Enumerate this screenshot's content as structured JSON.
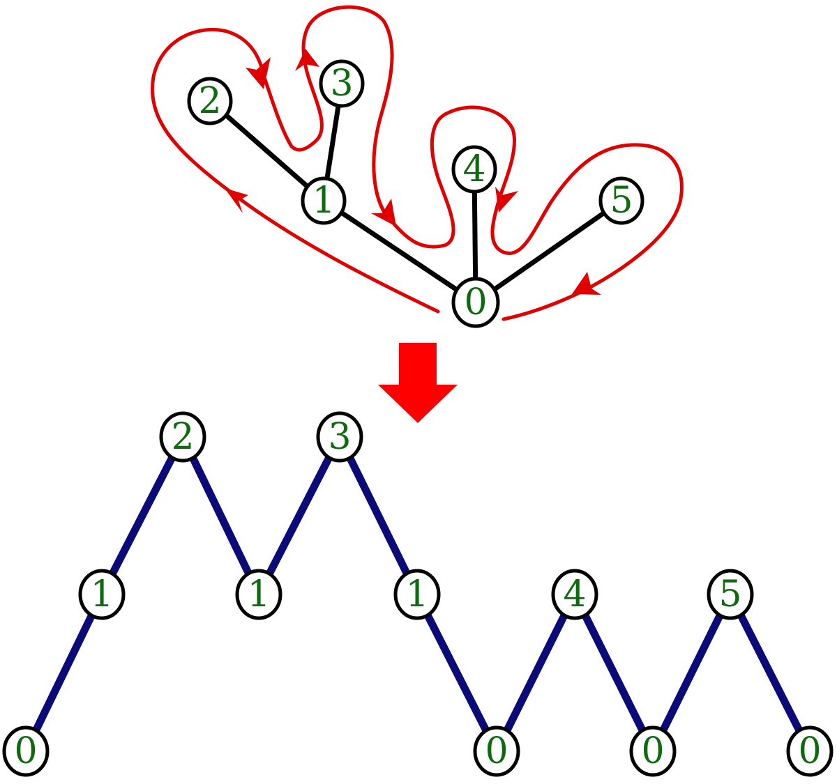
{
  "tree": {
    "nodes": [
      {
        "id": "t0",
        "label": "0"
      },
      {
        "id": "t1",
        "label": "1"
      },
      {
        "id": "t2",
        "label": "2"
      },
      {
        "id": "t3",
        "label": "3"
      },
      {
        "id": "t4",
        "label": "4"
      },
      {
        "id": "t5",
        "label": "5"
      }
    ],
    "edges": [
      [
        "t0",
        "t1"
      ],
      [
        "t1",
        "t2"
      ],
      [
        "t1",
        "t3"
      ],
      [
        "t0",
        "t4"
      ],
      [
        "t0",
        "t5"
      ]
    ]
  },
  "walk": {
    "nodes": [
      {
        "id": "w0",
        "label": "0"
      },
      {
        "id": "w1",
        "label": "1"
      },
      {
        "id": "w2",
        "label": "2"
      },
      {
        "id": "w3",
        "label": "1"
      },
      {
        "id": "w4",
        "label": "3"
      },
      {
        "id": "w5",
        "label": "1"
      },
      {
        "id": "w6",
        "label": "0"
      },
      {
        "id": "w7",
        "label": "4"
      },
      {
        "id": "w8",
        "label": "0"
      },
      {
        "id": "w9",
        "label": "5"
      },
      {
        "id": "w10",
        "label": "0"
      }
    ]
  },
  "colors": {
    "node_stroke": "#000000",
    "node_fill": "#ffffff",
    "label": "#0e6a0e",
    "tree_edge": "#000000",
    "traversal": "#e00000",
    "walk_edge": "#0a0a78",
    "arrow": "#ff0000"
  }
}
